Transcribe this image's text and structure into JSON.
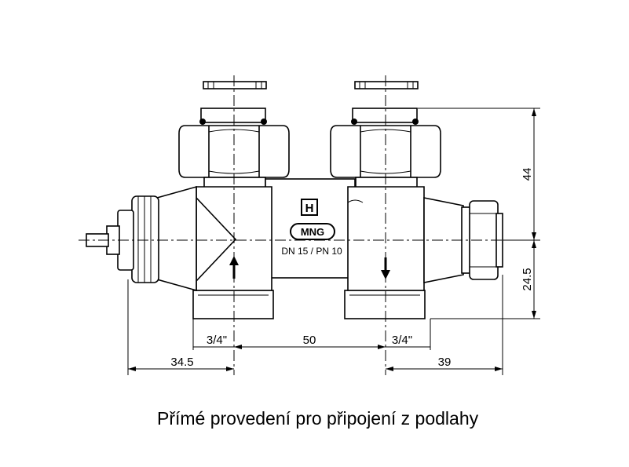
{
  "drawing": {
    "dimensions": {
      "top_height": "44",
      "bottom_height": "24.5",
      "left_thread": "3/4\"",
      "center_spacing": "50",
      "right_thread": "3/4\"",
      "left_offset": "34.5",
      "right_offset": "39"
    },
    "marking": {
      "brand": "MNG",
      "logo_letter": "H",
      "rating": "DN 15 / PN 10"
    }
  },
  "caption": "Přímé provedení pro připojení z podlahy"
}
